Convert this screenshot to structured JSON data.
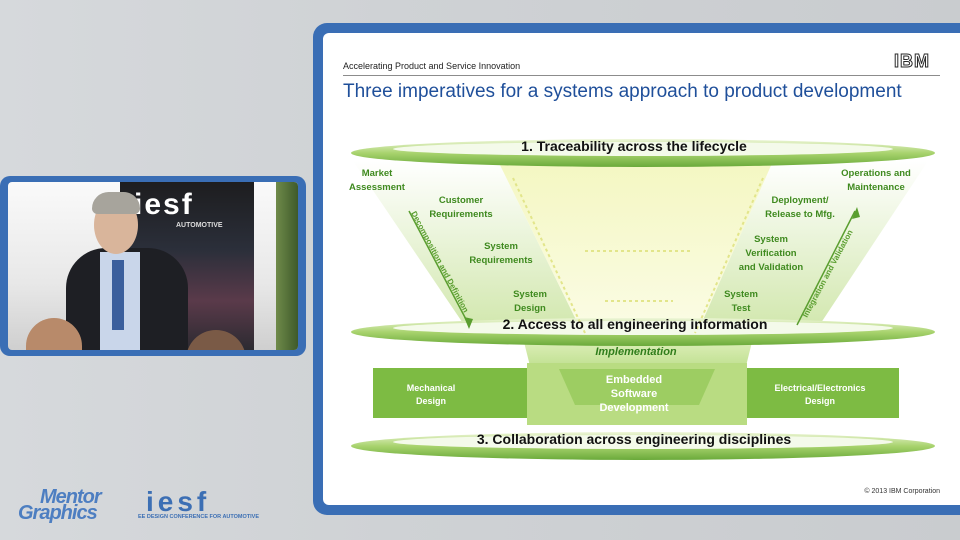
{
  "video": {
    "banner_logo": "iesf",
    "banner_sub": "AUTOMOTIVE"
  },
  "logos": {
    "mentor_line1": "Mentor",
    "mentor_line2": "Graphics",
    "iesf_word": "iesf",
    "iesf_sub": "EE DESIGN CONFERENCE FOR AUTOMOTIVE"
  },
  "slide": {
    "header": "Accelerating Product and Service Innovation",
    "brand": "IBM",
    "title": "Three imperatives for a systems approach to product development",
    "copyright": "© 2013 IBM Corporation",
    "diagram": {
      "imperative1": "1. Traceability across the lifecycle",
      "imperative2": "2. Access to all engineering information",
      "imperative3": "3. Collaboration across engineering disciplines",
      "left": {
        "market_l1": "Market",
        "market_l2": "Assessment",
        "customer_l1": "Customer",
        "customer_l2": "Requirements",
        "sysreq_l1": "System",
        "sysreq_l2": "Requirements",
        "sysdesign_l1": "System",
        "sysdesign_l2": "Design"
      },
      "right": {
        "ops_l1": "Operations and",
        "ops_l2": "Maintenance",
        "deploy_l1": "Deployment/",
        "deploy_l2": "Release to Mfg.",
        "verif_l1": "System",
        "verif_l2": "Verification",
        "verif_l3": "and Validation",
        "test_l1": "System",
        "test_l2": "Test"
      },
      "decomposition": "Decomposition and Definition",
      "integration": "Integration and Validation",
      "implementation": "Implementation",
      "mechanical_l1": "Mechanical",
      "mechanical_l2": "Design",
      "embedded_l1": "Embedded",
      "embedded_l2": "Software",
      "embedded_l3": "Development",
      "electrical_l1": "Electrical/Electronics",
      "electrical_l2": "Design"
    }
  },
  "colors": {
    "frame_blue": "#3a6eb5",
    "title_blue": "#1f4f9a",
    "green_dark": "#5a9e2f",
    "green_mid": "#7dbb43",
    "green_light": "#d9ecb8",
    "yellow_light": "#f7f9c9"
  }
}
